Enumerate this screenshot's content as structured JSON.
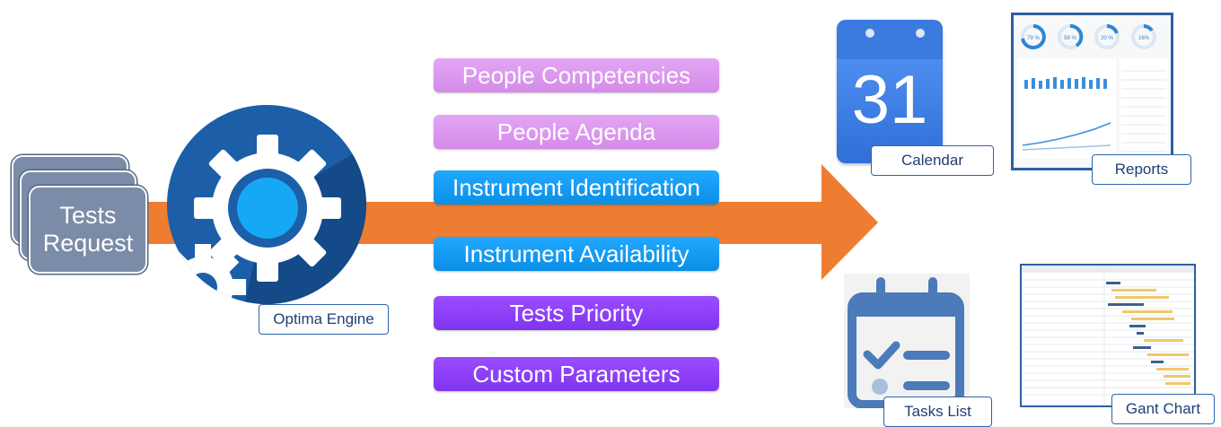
{
  "input": {
    "line1": "Tests",
    "line2": "Request"
  },
  "engine": {
    "label": "Optima Engine"
  },
  "factors": [
    {
      "label": "People Competencies",
      "color": "#d98eee"
    },
    {
      "label": "People Agenda",
      "color": "#d98eee"
    },
    {
      "label": "Instrument Identification",
      "color": "#129aff"
    },
    {
      "label": "Instrument Availability",
      "color": "#129aff"
    },
    {
      "label": "Tests Priority",
      "color": "#8a3cf6"
    },
    {
      "label": "Custom Parameters",
      "color": "#8a3cf6"
    }
  ],
  "outputs": {
    "calendar": {
      "label": "Calendar",
      "day": "31"
    },
    "reports": {
      "label": "Reports",
      "gauges": [
        "79 %",
        "58 %",
        "20 %",
        "16%"
      ]
    },
    "tasks": {
      "label": "Tasks List"
    },
    "gantt": {
      "label": "Gant Chart"
    }
  },
  "colors": {
    "arrow": "#ee7d31",
    "engine_circle": "#1c5ea8",
    "label_border": "#2f63ad"
  }
}
